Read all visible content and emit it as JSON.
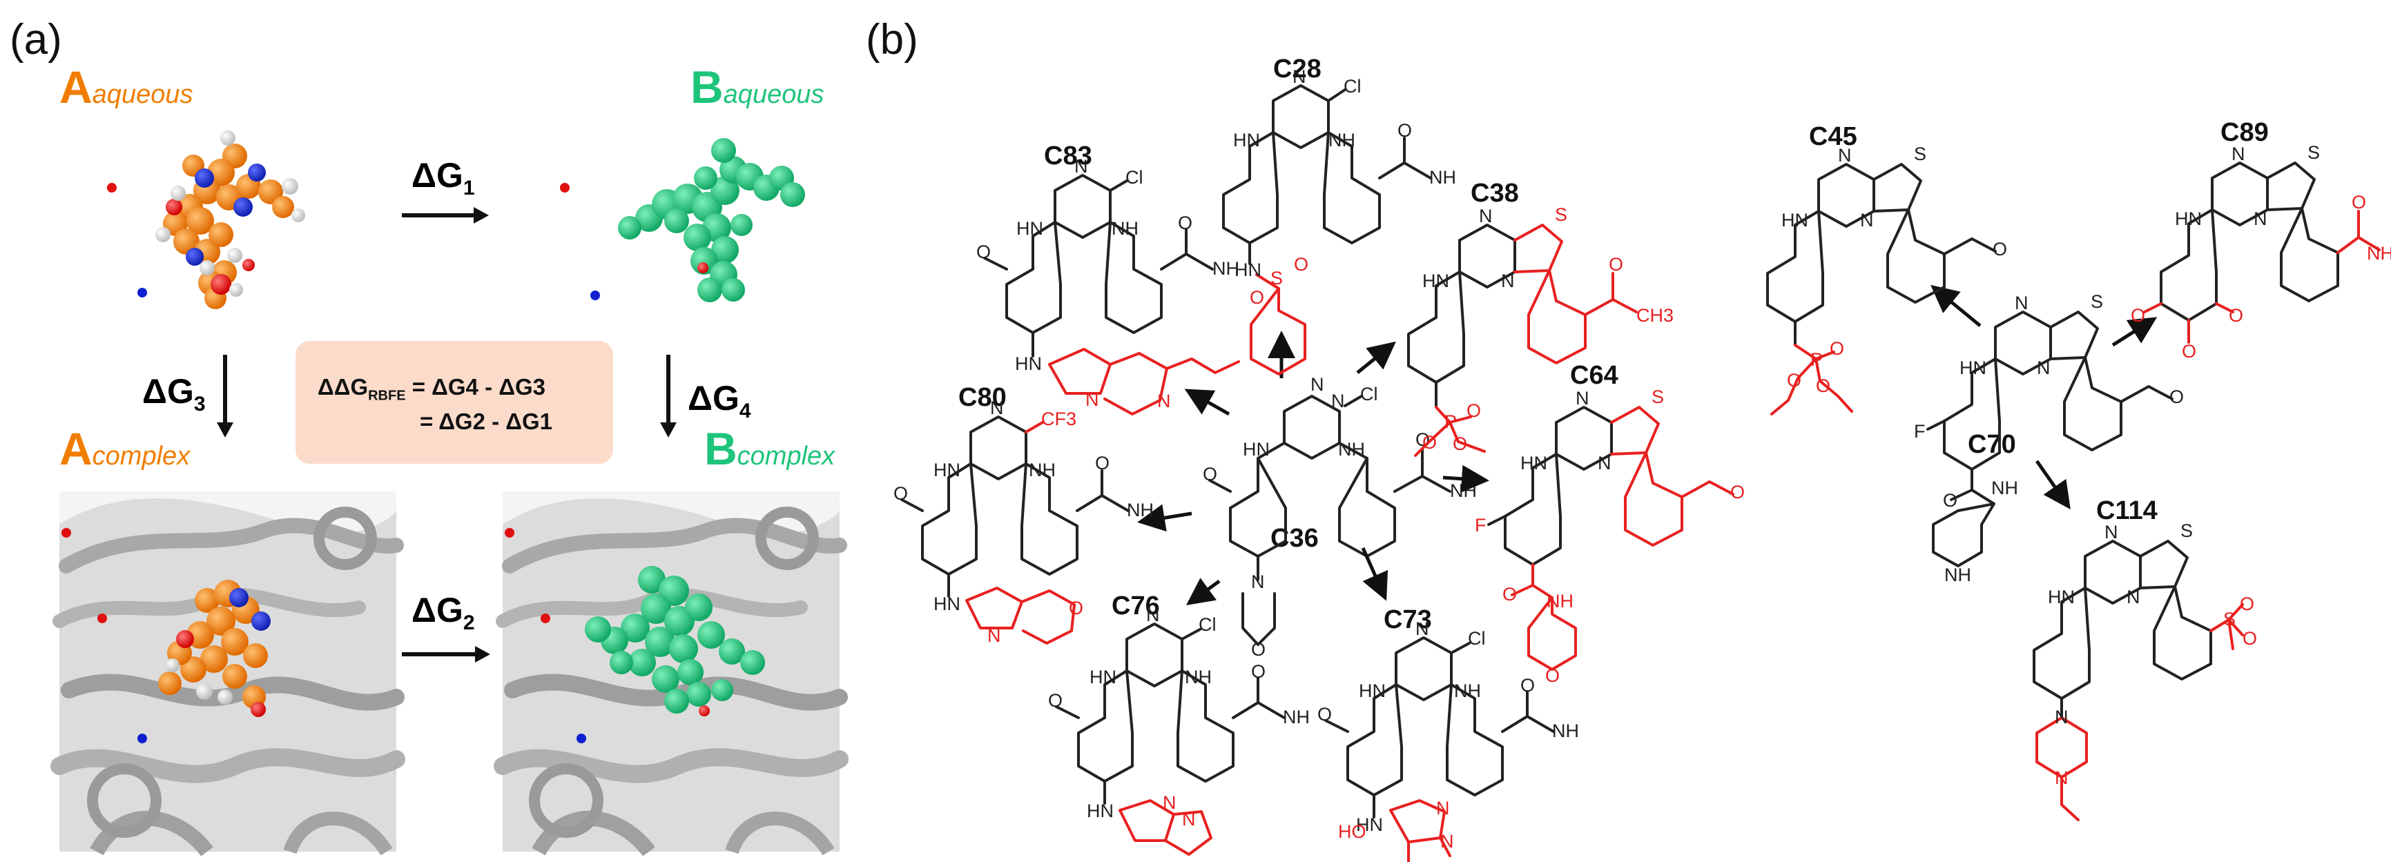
{
  "panel_a": {
    "label": "(a)",
    "a_aqueous": {
      "letter": "A",
      "sub": "aqueous"
    },
    "b_aqueous": {
      "letter": "B",
      "sub": "aqueous"
    },
    "a_complex": {
      "letter": "A",
      "sub": "complex"
    },
    "b_complex": {
      "letter": "B",
      "sub": "complex"
    },
    "dg1": {
      "base": "ΔG",
      "sub": "1"
    },
    "dg2": {
      "base": "ΔG",
      "sub": "2"
    },
    "dg3": {
      "base": "ΔG",
      "sub": "3"
    },
    "dg4": {
      "base": "ΔG",
      "sub": "4"
    },
    "equation": {
      "lhs_base": "ΔΔG",
      "lhs_sub": "RBFE",
      "line1_rhs": "= ΔG4 - ΔG3",
      "line2_rhs": "= ΔG2 - ΔG1"
    },
    "colors": {
      "orange": "#f07d00",
      "green": "#1ec47a",
      "box": "#fbdccb",
      "protein": "#c9c9c9"
    }
  },
  "panel_b": {
    "label": "(b)",
    "compounds": [
      "C28",
      "C83",
      "C38",
      "C64",
      "C80",
      "C36",
      "C76",
      "C73",
      "C45",
      "C89",
      "C70",
      "C114"
    ],
    "atom_labels": {
      "cl": "Cl",
      "hn": "HN",
      "nh": "NH",
      "n": "N",
      "o": "O",
      "s": "S",
      "f": "F",
      "cf3": "CF3",
      "ch3": "CH3",
      "p": "P",
      "ho": "HO"
    },
    "colors": {
      "changed": "#e82020",
      "core": "#222222"
    }
  }
}
